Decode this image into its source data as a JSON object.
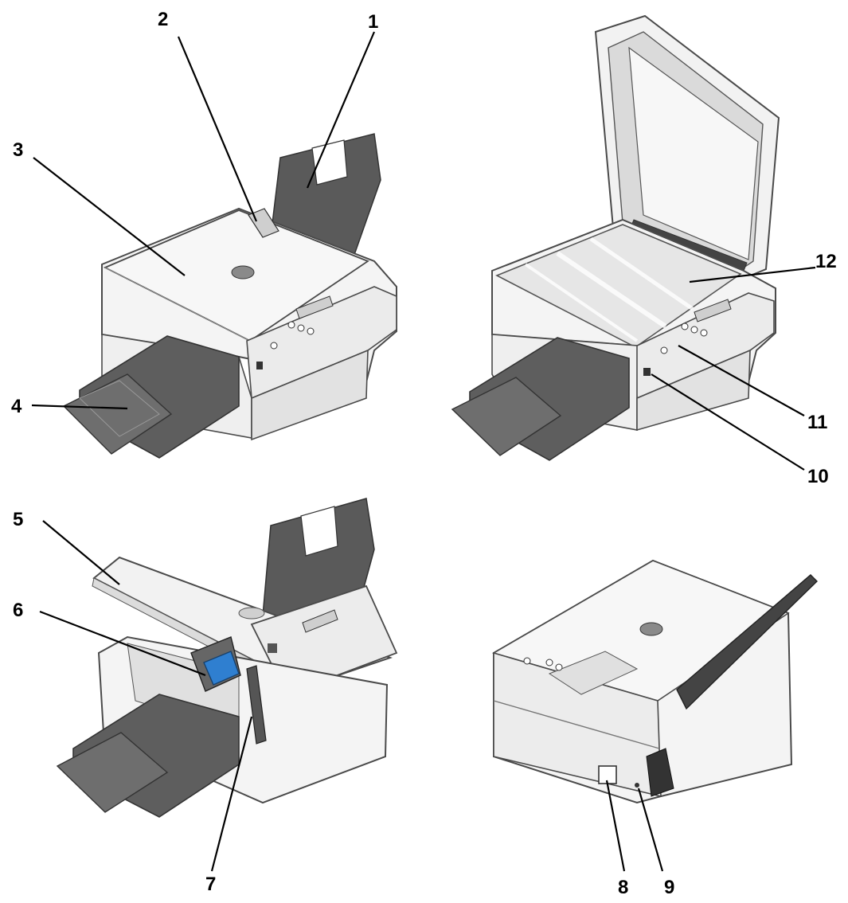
{
  "colors": {
    "outline": "#4a4a4a",
    "body_light": "#f4f4f4",
    "body_shade": "#dcdcdc",
    "tray_dark": "#555555",
    "tray_mid": "#6e6e6e",
    "glass": "#e8e8e8",
    "cartridge_blue": "#2f7fd0",
    "ink": "#000000"
  },
  "callouts": [
    {
      "number": "1"
    },
    {
      "number": "2"
    },
    {
      "number": "3"
    },
    {
      "number": "4"
    },
    {
      "number": "5"
    },
    {
      "number": "6"
    },
    {
      "number": "7"
    },
    {
      "number": "8"
    },
    {
      "number": "9"
    },
    {
      "number": "10"
    },
    {
      "number": "11"
    },
    {
      "number": "12"
    }
  ]
}
